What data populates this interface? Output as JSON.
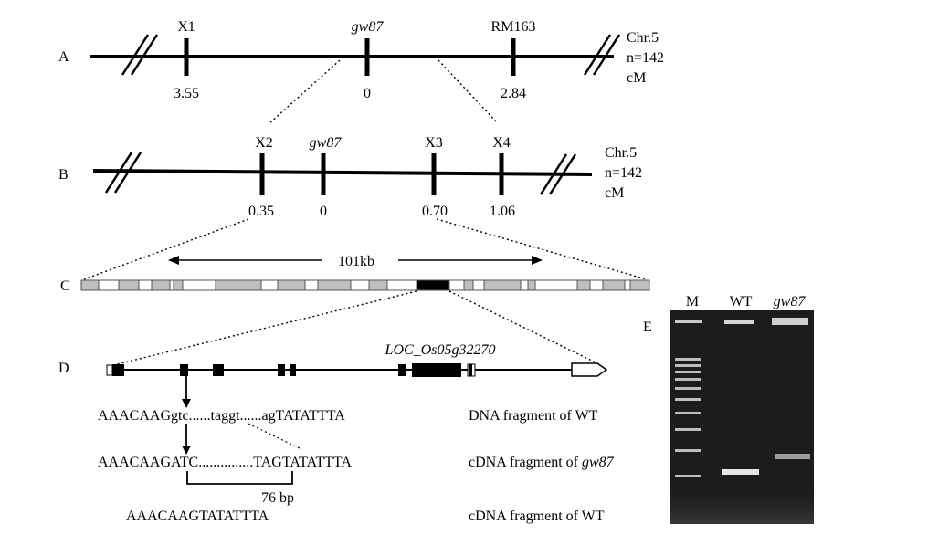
{
  "panels": {
    "A": "A",
    "B": "B",
    "C": "C",
    "D": "D",
    "E": "E"
  },
  "panel_a": {
    "markers": [
      {
        "name": "X1",
        "italic": false,
        "pos": "3.55"
      },
      {
        "name": "gw87",
        "italic": true,
        "pos": "0"
      },
      {
        "name": "RM163",
        "italic": false,
        "pos": "2.84"
      }
    ],
    "info": [
      "Chr.5",
      "n=142",
      "cM"
    ]
  },
  "panel_b": {
    "markers": [
      {
        "name": "X2",
        "italic": false,
        "pos": "0.35"
      },
      {
        "name": "gw87",
        "italic": true,
        "pos": "0"
      },
      {
        "name": "X3",
        "italic": false,
        "pos": "0.70"
      },
      {
        "name": "X4",
        "italic": false,
        "pos": "1.06"
      }
    ],
    "info": [
      "Chr.5",
      "n=142",
      "cM"
    ]
  },
  "panel_c": {
    "span_label": "101kb"
  },
  "panel_d": {
    "gene": "LOC_Os05g32270",
    "seq_wt_dna": "AAACAAGgtc......taggt......agTATATTTA",
    "seq_gw87_cdna": "AAACAAGATC...............TAGTATATTTA",
    "seq_wt_cdna": "AAACAAGTATATTTA",
    "deletion": "76 bp",
    "label_wt_dna": "DNA fragment of WT",
    "label_gw87_cdna_prefix": "cDNA fragment of ",
    "label_gw87_cdna_italic": "gw87",
    "label_wt_cdna": "cDNA fragment of WT"
  },
  "panel_e": {
    "lanes": [
      {
        "name": "M",
        "italic": false
      },
      {
        "name": "WT",
        "italic": false
      },
      {
        "name": "gw87",
        "italic": true
      }
    ]
  },
  "colors": {
    "background": "#ffffff",
    "ink": "#000000",
    "gel_bg": "#1a1a1a",
    "band": "#e6e6e6",
    "box_gray": "#bfbfbf"
  }
}
